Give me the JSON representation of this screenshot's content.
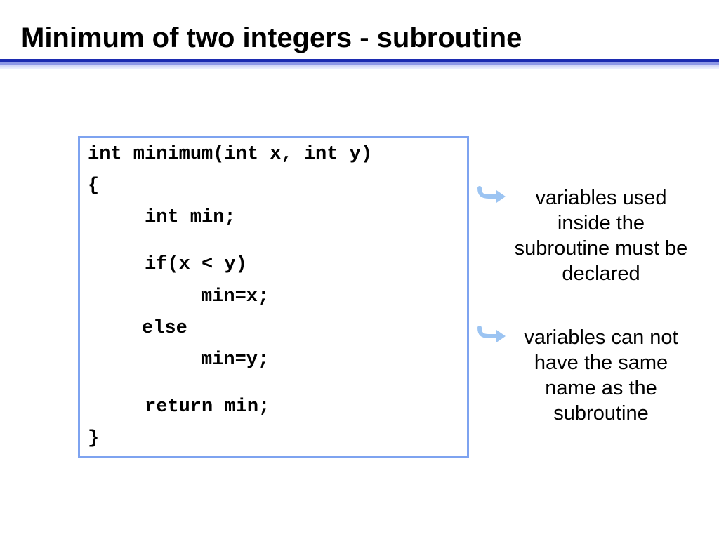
{
  "slide": {
    "title": "Minimum of two integers - subroutine",
    "accent_color": "#1c2bb0",
    "box_border_color": "#7ea3f0",
    "arrow_color": "#9cc4f2"
  },
  "code": {
    "lines": [
      "int minimum(int x, int y)",
      "{",
      "int min;",
      "if(x < y)",
      "min=x;",
      "else",
      "min=y;",
      "return min;",
      "}"
    ]
  },
  "notes": [
    {
      "icon": "curved-arrow-icon",
      "text": "variables used inside the subroutine must be declared"
    },
    {
      "icon": "curved-arrow-icon",
      "text": "variables can not have the same name as the subroutine"
    }
  ]
}
